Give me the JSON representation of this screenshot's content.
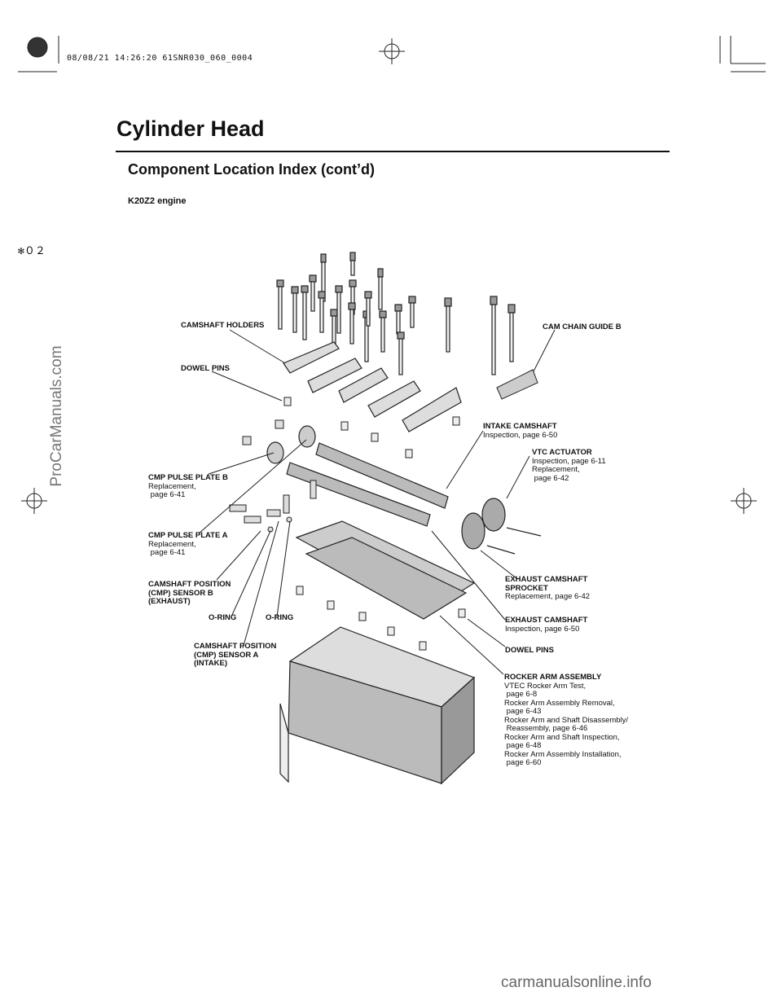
{
  "header": {
    "stamp": "08/08/21 14:26:20 61SNR030_060_0004",
    "title": "Cylinder Head",
    "subtitle": "Component Location Index (cont’d)",
    "engine": "K20Z2 engine",
    "marker": "✻０２"
  },
  "labels": {
    "camshaft_holders": {
      "title": "CAMSHAFT HOLDERS",
      "body": ""
    },
    "dowel_pins_top": {
      "title": "DOWEL PINS",
      "body": ""
    },
    "cam_chain_guide_b": {
      "title": "CAM CHAIN GUIDE B",
      "body": ""
    },
    "intake_camshaft": {
      "title": "INTAKE CAMSHAFT",
      "body": "Inspection, page 6-50"
    },
    "vtc_actuator": {
      "title": "VTC ACTUATOR",
      "body": "Inspection, page 6-11\nReplacement,\n page 6-42"
    },
    "cmp_pulse_plate_b": {
      "title": "CMP PULSE PLATE B",
      "body": "Replacement,\n page 6-41"
    },
    "cmp_pulse_plate_a": {
      "title": "CMP PULSE PLATE A",
      "body": "Replacement,\n page 6-41"
    },
    "cmp_sensor_b": {
      "title": "CAMSHAFT POSITION\n(CMP) SENSOR B\n(EXHAUST)",
      "body": ""
    },
    "o_ring_left": {
      "title": "O-RING",
      "body": ""
    },
    "o_ring_right": {
      "title": "O-RING",
      "body": ""
    },
    "cmp_sensor_a": {
      "title": "CAMSHAFT POSITION\n(CMP) SENSOR A\n(INTAKE)",
      "body": ""
    },
    "exhaust_camshaft_sprocket": {
      "title": "EXHAUST CAMSHAFT\nSPROCKET",
      "body": "Replacement, page 6-42"
    },
    "exhaust_camshaft": {
      "title": "EXHAUST CAMSHAFT",
      "body": "Inspection, page 6-50"
    },
    "dowel_pins_bottom": {
      "title": "DOWEL PINS",
      "body": ""
    },
    "rocker_arm_assembly": {
      "title": "ROCKER ARM ASSEMBLY",
      "body": "VTEC Rocker Arm Test,\n page 6-8\nRocker Arm Assembly Removal,\n page 6-43\nRocker Arm and Shaft Disassembly/\n Reassembly, page 6-46\nRocker Arm and Shaft Inspection,\n page 6-48\nRocker Arm Assembly Installation,\n page 6-60"
    }
  },
  "watermarks": {
    "side": "ProCarManuals.com",
    "bottom": "carmanualsonline.info"
  }
}
